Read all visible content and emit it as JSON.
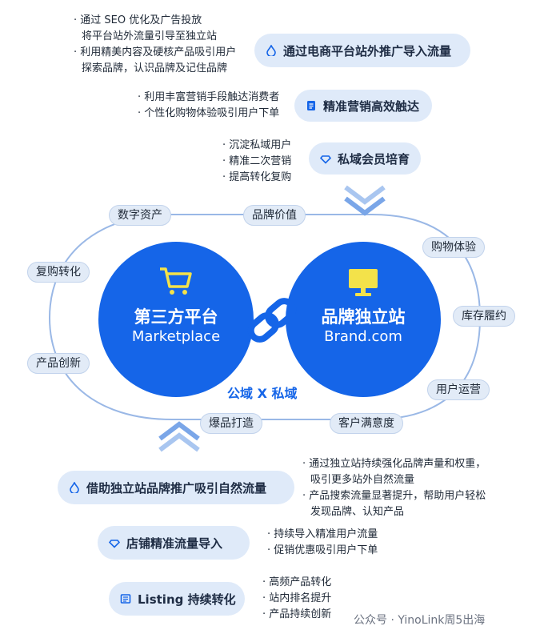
{
  "top_groups": [
    {
      "bullets": [
        [
          "通过 SEO 优化及广告投放",
          "将平台站外流量引导至独立站"
        ],
        [
          "利用精美内容及硬核产品吸引用户",
          "探索品牌，认识品牌及记住品牌"
        ]
      ],
      "pill": {
        "label": "通过电商平台站外推广导入流量",
        "icon": "droplet-icon"
      }
    },
    {
      "bullets": [
        [
          "利用丰富营销手段触达消费者"
        ],
        [
          "个性化购物体验吸引用户下单"
        ]
      ],
      "pill": {
        "label": "精准营销高效触达",
        "icon": "document-icon"
      }
    },
    {
      "bullets": [
        [
          "沉淀私域用户"
        ],
        [
          "精准二次营销"
        ],
        [
          "提高转化复购"
        ]
      ],
      "pill": {
        "label": "私域会员培育",
        "icon": "diamond-icon"
      }
    }
  ],
  "cycle_tags": {
    "digital_assets": "数字资产",
    "brand_value": "品牌价值",
    "shopping_experience": "购物体验",
    "repurchase": "复购转化",
    "inventory": "库存履约",
    "product_innovation": "产品创新",
    "user_operations": "用户运营",
    "hit_products": "爆品打造",
    "customer_satisfaction": "客户满意度"
  },
  "left_circle": {
    "title": "第三方平台",
    "subtitle": "Marketplace",
    "icon": "shopping-cart-icon"
  },
  "right_circle": {
    "title": "品牌独立站",
    "subtitle": "Brand.com",
    "icon": "monitor-icon"
  },
  "link_icon": "chain-link-icon",
  "center_label": "公域 X 私域",
  "bottom_groups": [
    {
      "pill": {
        "label": "借助独立站品牌推广吸引自然流量",
        "icon": "droplet-icon"
      },
      "bullets": [
        [
          "通过独立站持续强化品牌声量和权重，",
          "吸引更多站外自然流量"
        ],
        [
          "产品搜索流量显著提升，帮助用户轻松",
          "发现品牌、认知产品"
        ]
      ]
    },
    {
      "pill": {
        "label": "店铺精准流量导入",
        "icon": "diamond-icon"
      },
      "bullets": [
        [
          "持续导入精准用户流量"
        ],
        [
          "促销优惠吸引用户下单"
        ]
      ]
    },
    {
      "pill": {
        "label": "Listing 持续转化",
        "icon": "list-icon"
      },
      "bullets": [
        [
          "高频产品转化"
        ],
        [
          "站内排名提升"
        ],
        [
          "产品持续创新"
        ]
      ]
    }
  ],
  "watermark": "公众号 · YinoLink周5出海",
  "colors": {
    "primary": "#1565e8",
    "pill_bg": "#dfeaf9",
    "tag_bg": "#e2ebf7",
    "loop": "#9ab8e6"
  }
}
